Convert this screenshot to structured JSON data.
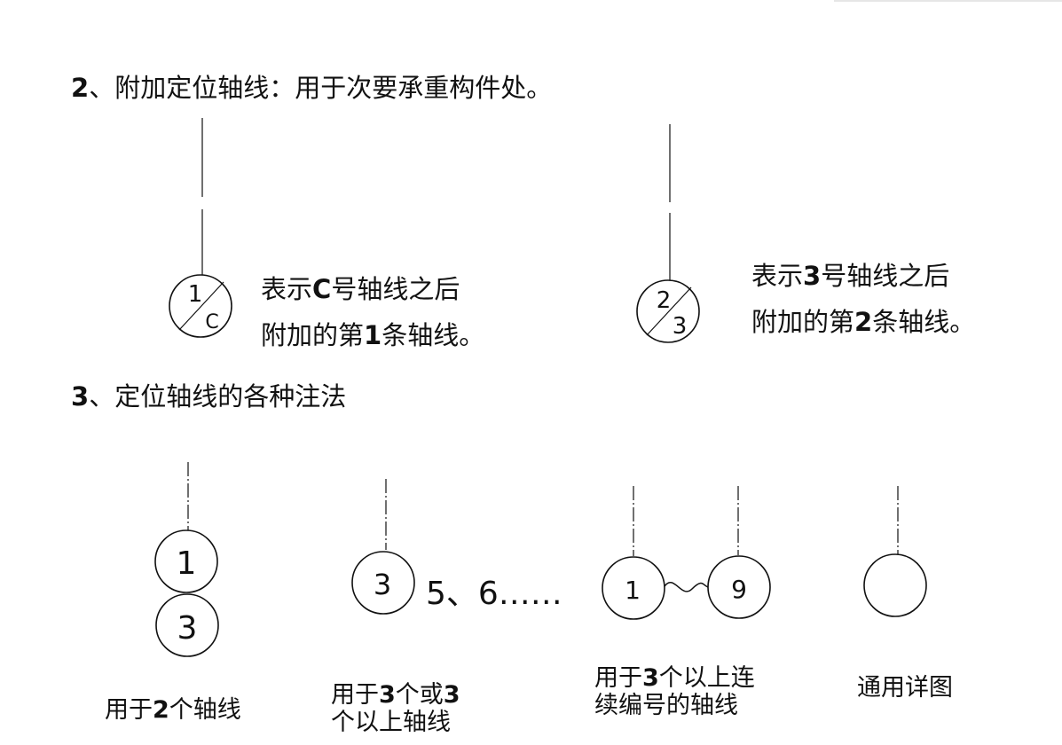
{
  "section2": {
    "number": "2",
    "title": "、附加定位轴线：用于次要承重构件处。",
    "example1": {
      "numerator": "1",
      "denominator": "C",
      "line1_pre": "表示",
      "line1_bold": "C",
      "line1_post": "号轴线之后",
      "line2_pre": "附加的第",
      "line2_bold": "1",
      "line2_post": "条轴线。"
    },
    "example2": {
      "numerator": "2",
      "denominator": "3",
      "line1_pre": "表示",
      "line1_bold": "3",
      "line1_post": "号轴线之后",
      "line2_pre": "附加的第",
      "line2_bold": "2",
      "line2_post": "条轴线。"
    }
  },
  "section3": {
    "number": "3",
    "title": "、定位轴线的各种注法",
    "item1": {
      "top_number": "1",
      "bottom_number": "3",
      "caption_pre": "用于",
      "caption_bold": "2",
      "caption_post": "个轴线"
    },
    "item2": {
      "circle_number": "3",
      "sequence_text": "5、6……",
      "caption_line1_pre": "用于",
      "caption_line1_bold1": "3",
      "caption_line1_mid": "个或",
      "caption_line1_bold2": "3",
      "caption_line2": "个以上轴线"
    },
    "item3": {
      "left_number": "1",
      "right_number": "9",
      "caption_line1_pre": "用于",
      "caption_line1_bold": "3",
      "caption_line1_post": "个以上连",
      "caption_line2": "续编号的轴线"
    },
    "item4": {
      "caption": "通用详图"
    }
  }
}
